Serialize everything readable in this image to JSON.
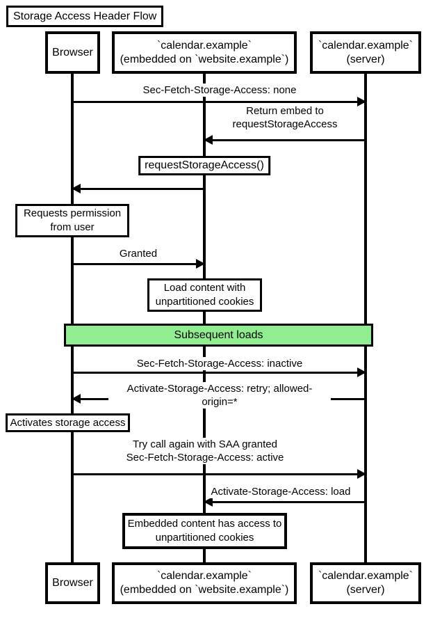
{
  "title": "Storage Access Header Flow",
  "participants": {
    "browser": "Browser",
    "embedded": "`calendar.example`\n(embedded on `website.example`)",
    "server": "`calendar.example`\n(server)"
  },
  "messages": [
    {
      "label": "Sec-Fetch-Storage-Access: none",
      "from": "Browser",
      "to": "calendar.example (server)",
      "direction": "right"
    },
    {
      "label": "Return embed to\nrequestStorageAccess",
      "from": "calendar.example (server)",
      "to": "calendar.example (embedded)",
      "direction": "left"
    },
    {
      "label": "requestStorageAccess()",
      "from": "calendar.example (embedded)",
      "to": "Browser",
      "direction": "left",
      "boxed": true
    },
    {
      "label": "Granted",
      "from": "Browser",
      "to": "calendar.example (embedded)",
      "direction": "right"
    },
    {
      "label": "Sec-Fetch-Storage-Access: inactive",
      "from": "Browser",
      "to": "calendar.example (server)",
      "direction": "right"
    },
    {
      "label": "Activate-Storage-Access: retry; allowed-origin=*",
      "from": "calendar.example (server)",
      "to": "Browser",
      "direction": "left"
    },
    {
      "label": "Try call again with SAA granted\nSec-Fetch-Storage-Access: active",
      "from": "Browser",
      "to": "calendar.example (server)",
      "direction": "right"
    },
    {
      "label": "Activate-Storage-Access: load",
      "from": "calendar.example (server)",
      "to": "calendar.example (embedded)",
      "direction": "left"
    }
  ],
  "notes": [
    {
      "text": "Requests permission from user",
      "at": "Browser"
    },
    {
      "text": "Load content with unpartitioned cookies",
      "at": "calendar.example (embedded)"
    },
    {
      "text": "Activates storage access",
      "at": "Browser"
    },
    {
      "text": "Embedded content has access to unpartitioned cookies",
      "at": "calendar.example (embedded)"
    }
  ],
  "divider": {
    "label": "Subsequent loads",
    "fill": "#90EE90"
  },
  "colors": {
    "line": "#000000",
    "background": "#FFFFFF",
    "label_background": "#FFFFFF",
    "divider_fill": "#90EE90"
  }
}
